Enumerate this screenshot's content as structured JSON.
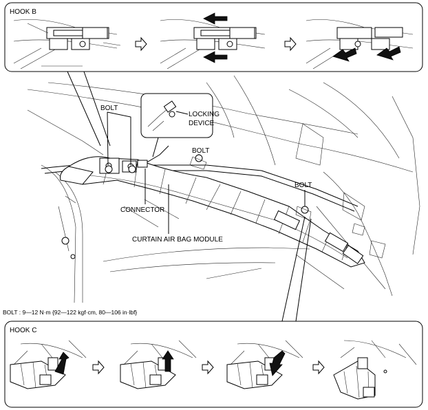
{
  "panels": {
    "hook_b": {
      "title": "HOOK B"
    },
    "hook_c": {
      "title": "HOOK C"
    }
  },
  "callouts": {
    "bolt_left": "BOLT",
    "bolt_center": "BOLT",
    "bolt_right": "BOLT",
    "locking_device_line1": "LOCKING",
    "locking_device_line2": "DEVICE",
    "connector": "CONNECTOR",
    "module": "CURTAIN AIR BAG MODULE"
  },
  "torque_spec": "BOLT : 9—12 N·m {92—122 kgf·cm, 80—106 in·lbf}",
  "colors": {
    "line": "#000000",
    "background": "#ffffff",
    "fill_dark": "#111111"
  }
}
